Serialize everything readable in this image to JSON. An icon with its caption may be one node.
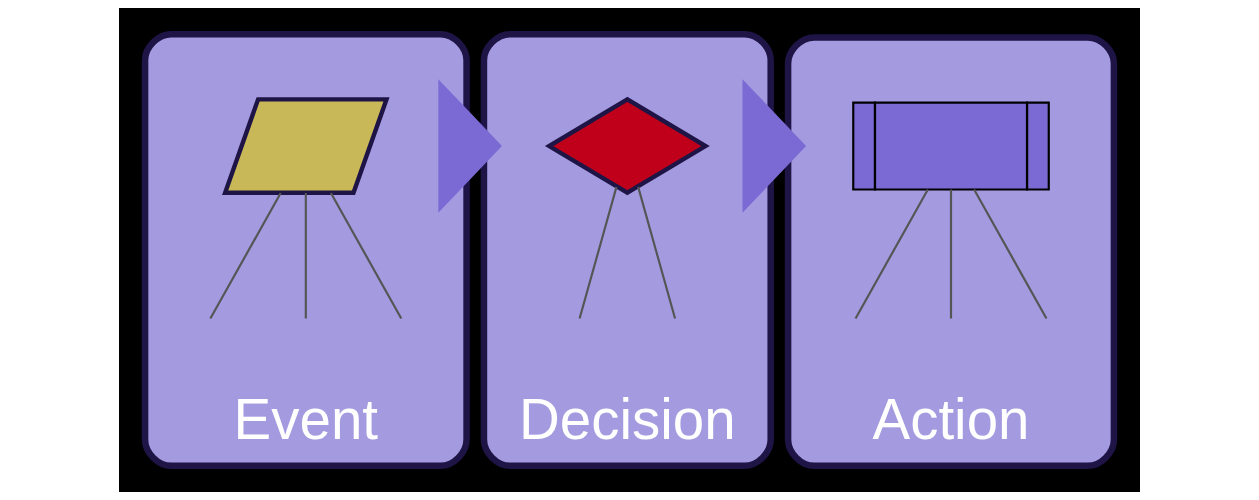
{
  "diagram": {
    "nodes": [
      {
        "text": [
          "Event"
        ]
      },
      {
        "text": [],
        "shape": "parallelogram",
        "in": 0
      },
      {
        "text": [
          "Decision"
        ]
      },
      {
        "text": [],
        "shape": "diamond",
        "in": 2
      },
      {
        "text": [
          "Action"
        ]
      },
      {
        "text": [],
        "shape": "box",
        "in": 4
      }
    ],
    "edges": [
      {
        "from": 0,
        "to": 2,
        "arrow": "to",
        "style": "thick",
        "color": "#7b6ad4"
      },
      {
        "from": 2,
        "to": 4,
        "arrow": "to",
        "style": "thick",
        "color": "#7b6ad4"
      },
      {
        "from": 1,
        "to": null,
        "arrow": "none"
      },
      {
        "from": 1,
        "to": null,
        "arrow": "none"
      },
      {
        "from": 1,
        "to": null,
        "arrow": "none"
      },
      {
        "from": 3,
        "to": null,
        "arrow": "none"
      },
      {
        "from": 3,
        "to": null,
        "arrow": "none"
      },
      {
        "from": 5,
        "to": null,
        "arrow": "none"
      },
      {
        "from": 5,
        "to": null,
        "arrow": "none"
      },
      {
        "from": 5,
        "to": null,
        "arrow": "none"
      }
    ]
  }
}
